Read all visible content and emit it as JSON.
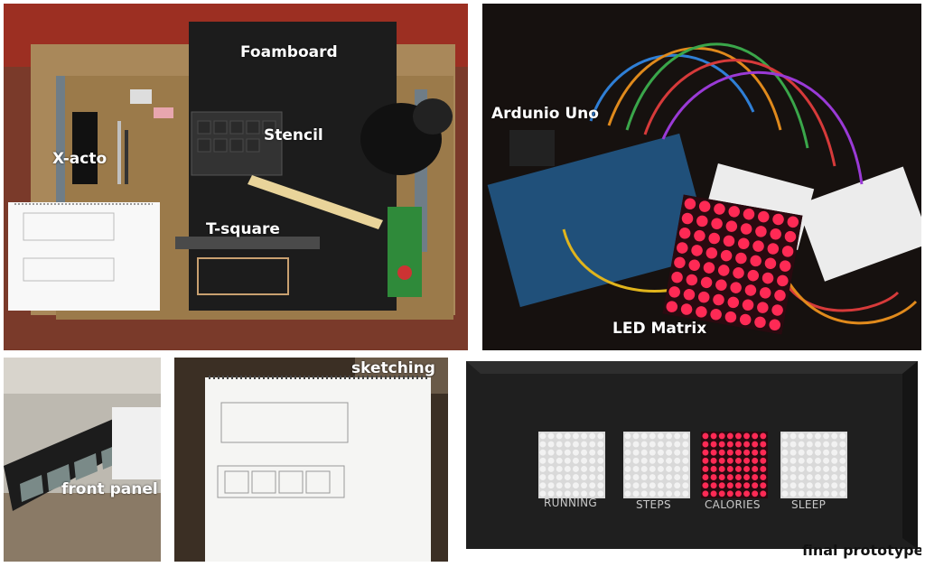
{
  "photos": {
    "workspace": {
      "labels": {
        "foamboard": "Foamboard",
        "stencil": "Stencil",
        "xacto": "X-acto",
        "tsquare": "T-square"
      }
    },
    "electronics": {
      "labels": {
        "arduino": "Ardunio Uno",
        "led_matrix": "LED Matrix"
      }
    },
    "front_panel": {
      "label": "front panel"
    },
    "sketching": {
      "label": "sketching"
    },
    "prototype": {
      "label": "final prototype",
      "matrix_labels": [
        "RUNNING",
        "STEPS",
        "CALORIES",
        "SLEEP"
      ],
      "active_matrix": "CALORIES"
    }
  },
  "colors": {
    "led_on": "#ff2a55",
    "led_off": "#f2f2f2",
    "foamboard": "#1c1c1c",
    "cardboard": "#9b7a4a"
  }
}
